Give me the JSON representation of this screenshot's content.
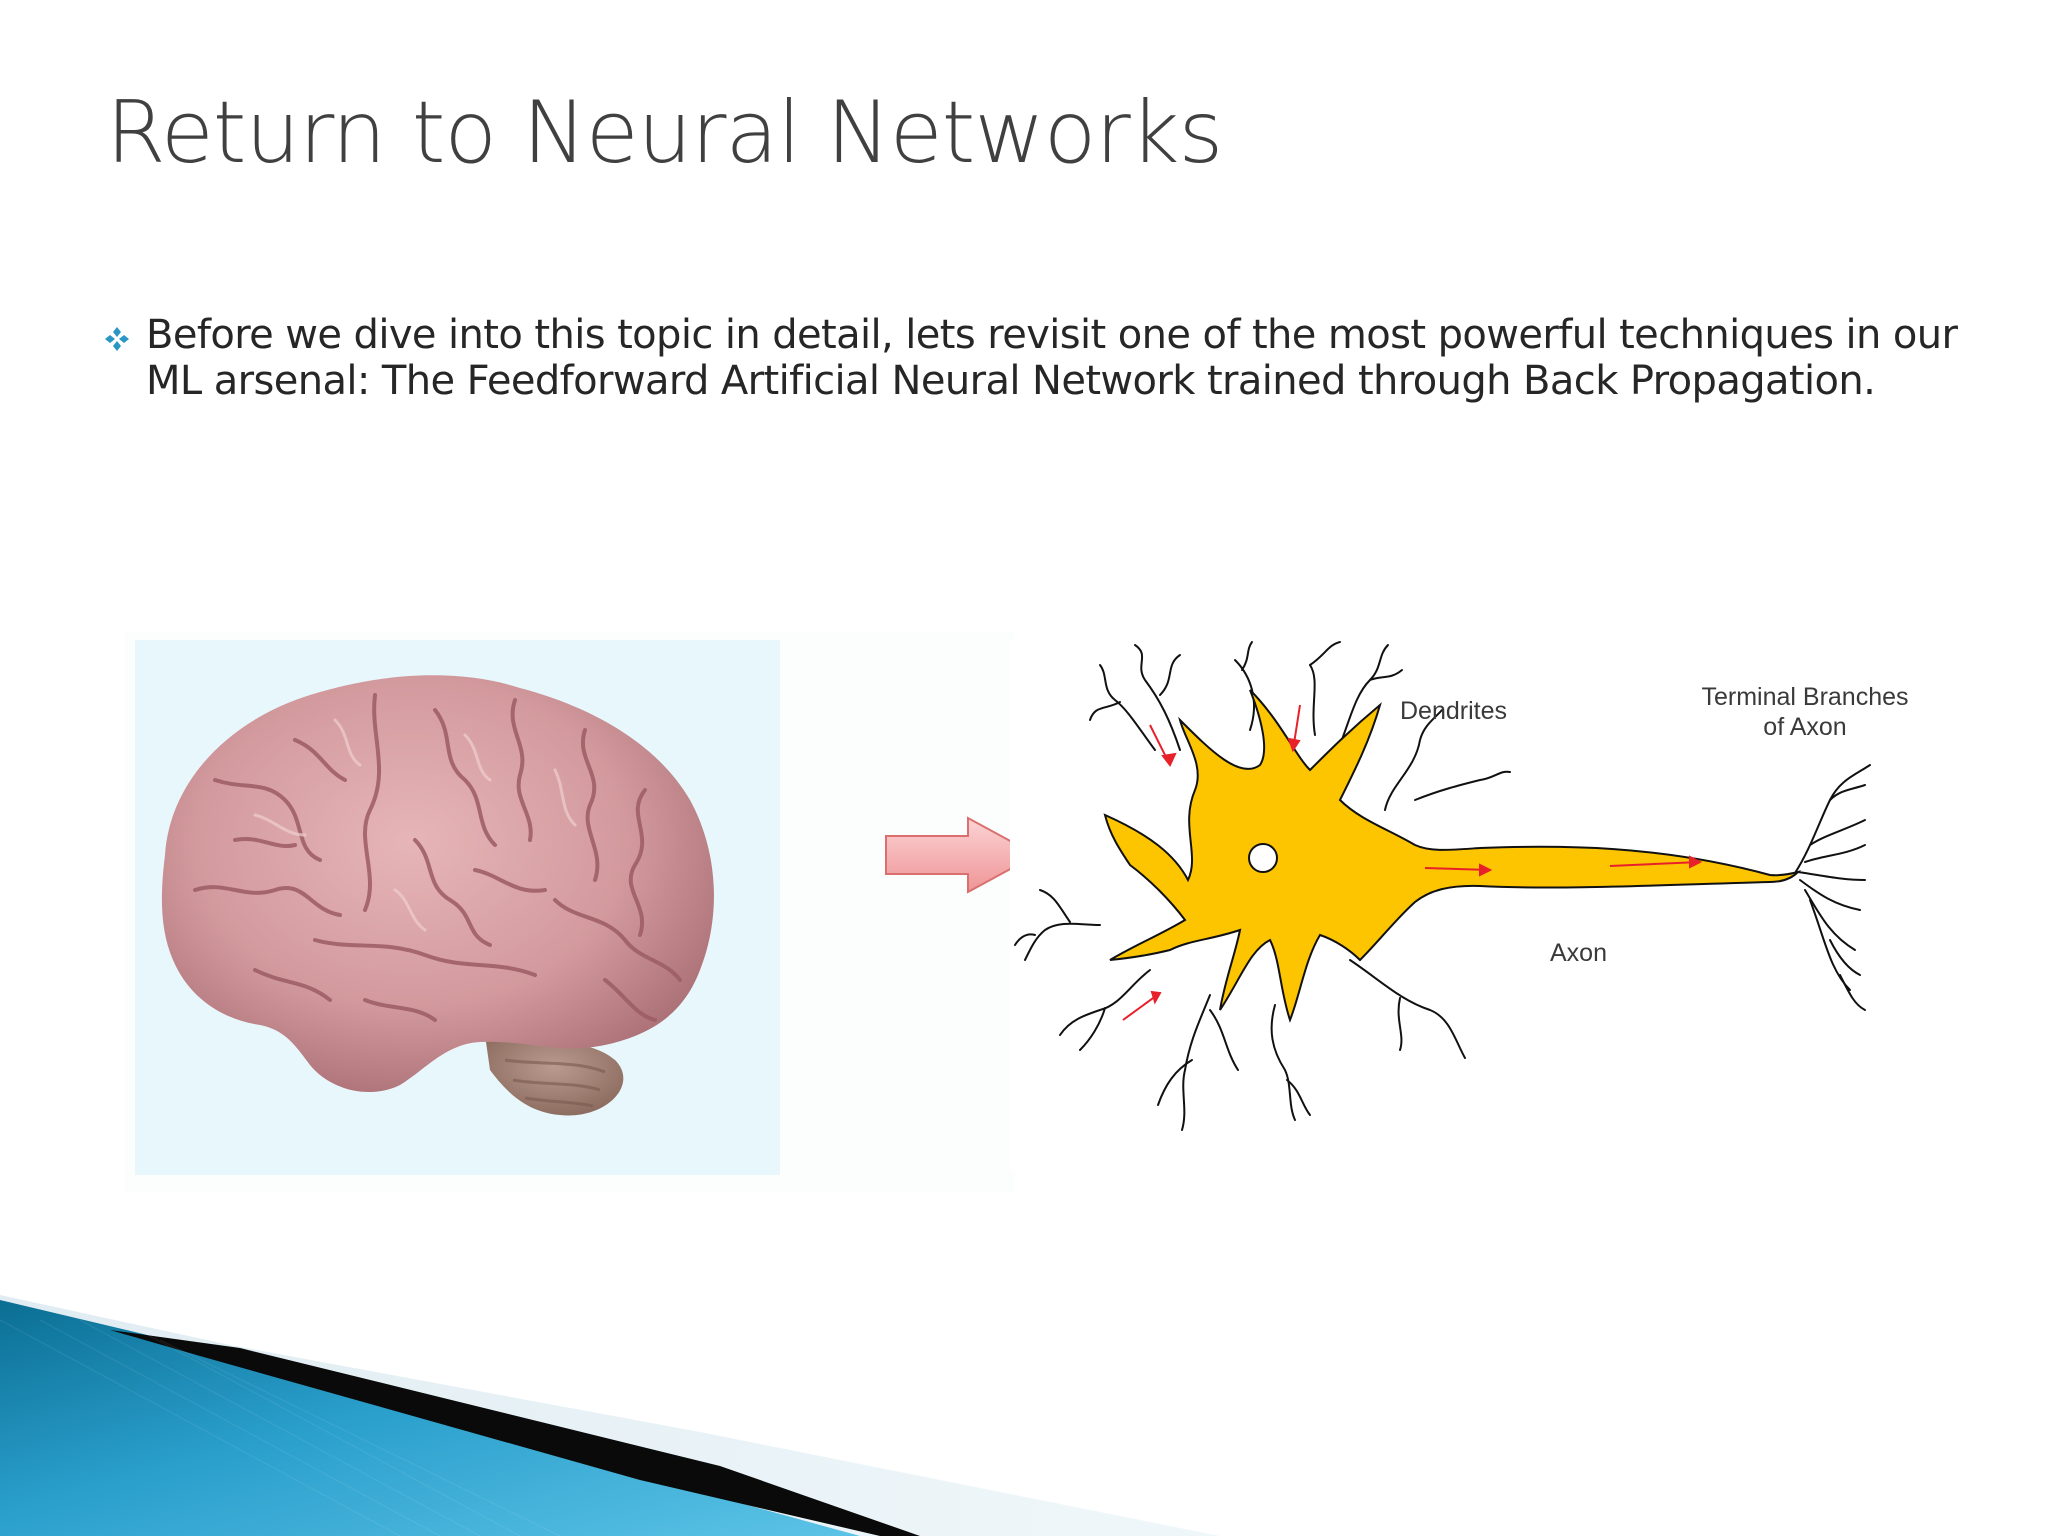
{
  "slide": {
    "title": "Return to Neural Networks",
    "bullet": {
      "icon": "four-diamond-bullet-icon",
      "text": "Before we dive into this topic in detail, lets revisit one of the most powerful techniques in our ML arsenal: The Feedforward Artificial Neural Network trained through Back Propagation."
    }
  },
  "images": {
    "brain": {
      "icon": "brain-photo"
    },
    "arrow": {
      "icon": "right-arrow-icon",
      "color": "#f4a7a9"
    },
    "neuron": {
      "icon": "neuron-diagram",
      "labels": {
        "dendrites": "Dendrites",
        "terminal_line1": "Terminal Branches",
        "terminal_line2": "of Axon",
        "axon": "Axon"
      },
      "colors": {
        "cell": "#fdc400",
        "arrows": "#e8202a"
      }
    }
  },
  "theme": {
    "accent": "#1f8fb8",
    "title_color": "#404040"
  }
}
